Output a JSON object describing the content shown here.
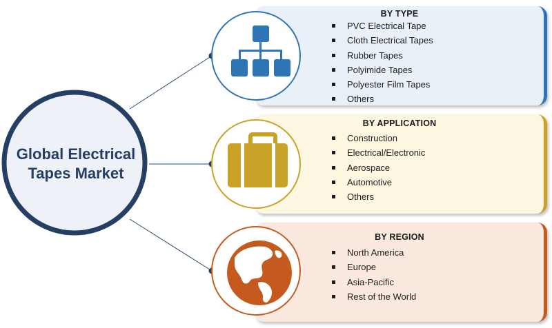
{
  "hub": {
    "title_line1": "Global Electrical",
    "title_line2": "Tapes Market"
  },
  "segments": [
    {
      "key": "type",
      "title": "BY TYPE",
      "icon": "hierarchy-icon",
      "accent": "#2e75b6",
      "fill": "#e9f0f8",
      "items": [
        "PVC Electrical Tape",
        "Cloth Electrical Tapes",
        "Rubber Tapes",
        "Polyimide Tapes",
        "Polyester Film Tapes",
        "Others"
      ]
    },
    {
      "key": "application",
      "title": "BY APPLICATION",
      "icon": "briefcase-icon",
      "accent": "#c9a227",
      "fill": "#fdf6e0",
      "items": [
        "Construction",
        "Electrical/Electronic",
        "Aerospace",
        "Automotive",
        "Others"
      ]
    },
    {
      "key": "region",
      "title": "BY REGION",
      "icon": "globe-icon",
      "accent": "#c55a1e",
      "fill": "#fbe9e0",
      "items": [
        "North America",
        "Europe",
        "Asia-Pacific",
        "Rest of the World"
      ]
    }
  ],
  "colors": {
    "hub_ring": "#253e64",
    "hub_fill": "#eef1f8",
    "connector": "#2d4a70"
  }
}
